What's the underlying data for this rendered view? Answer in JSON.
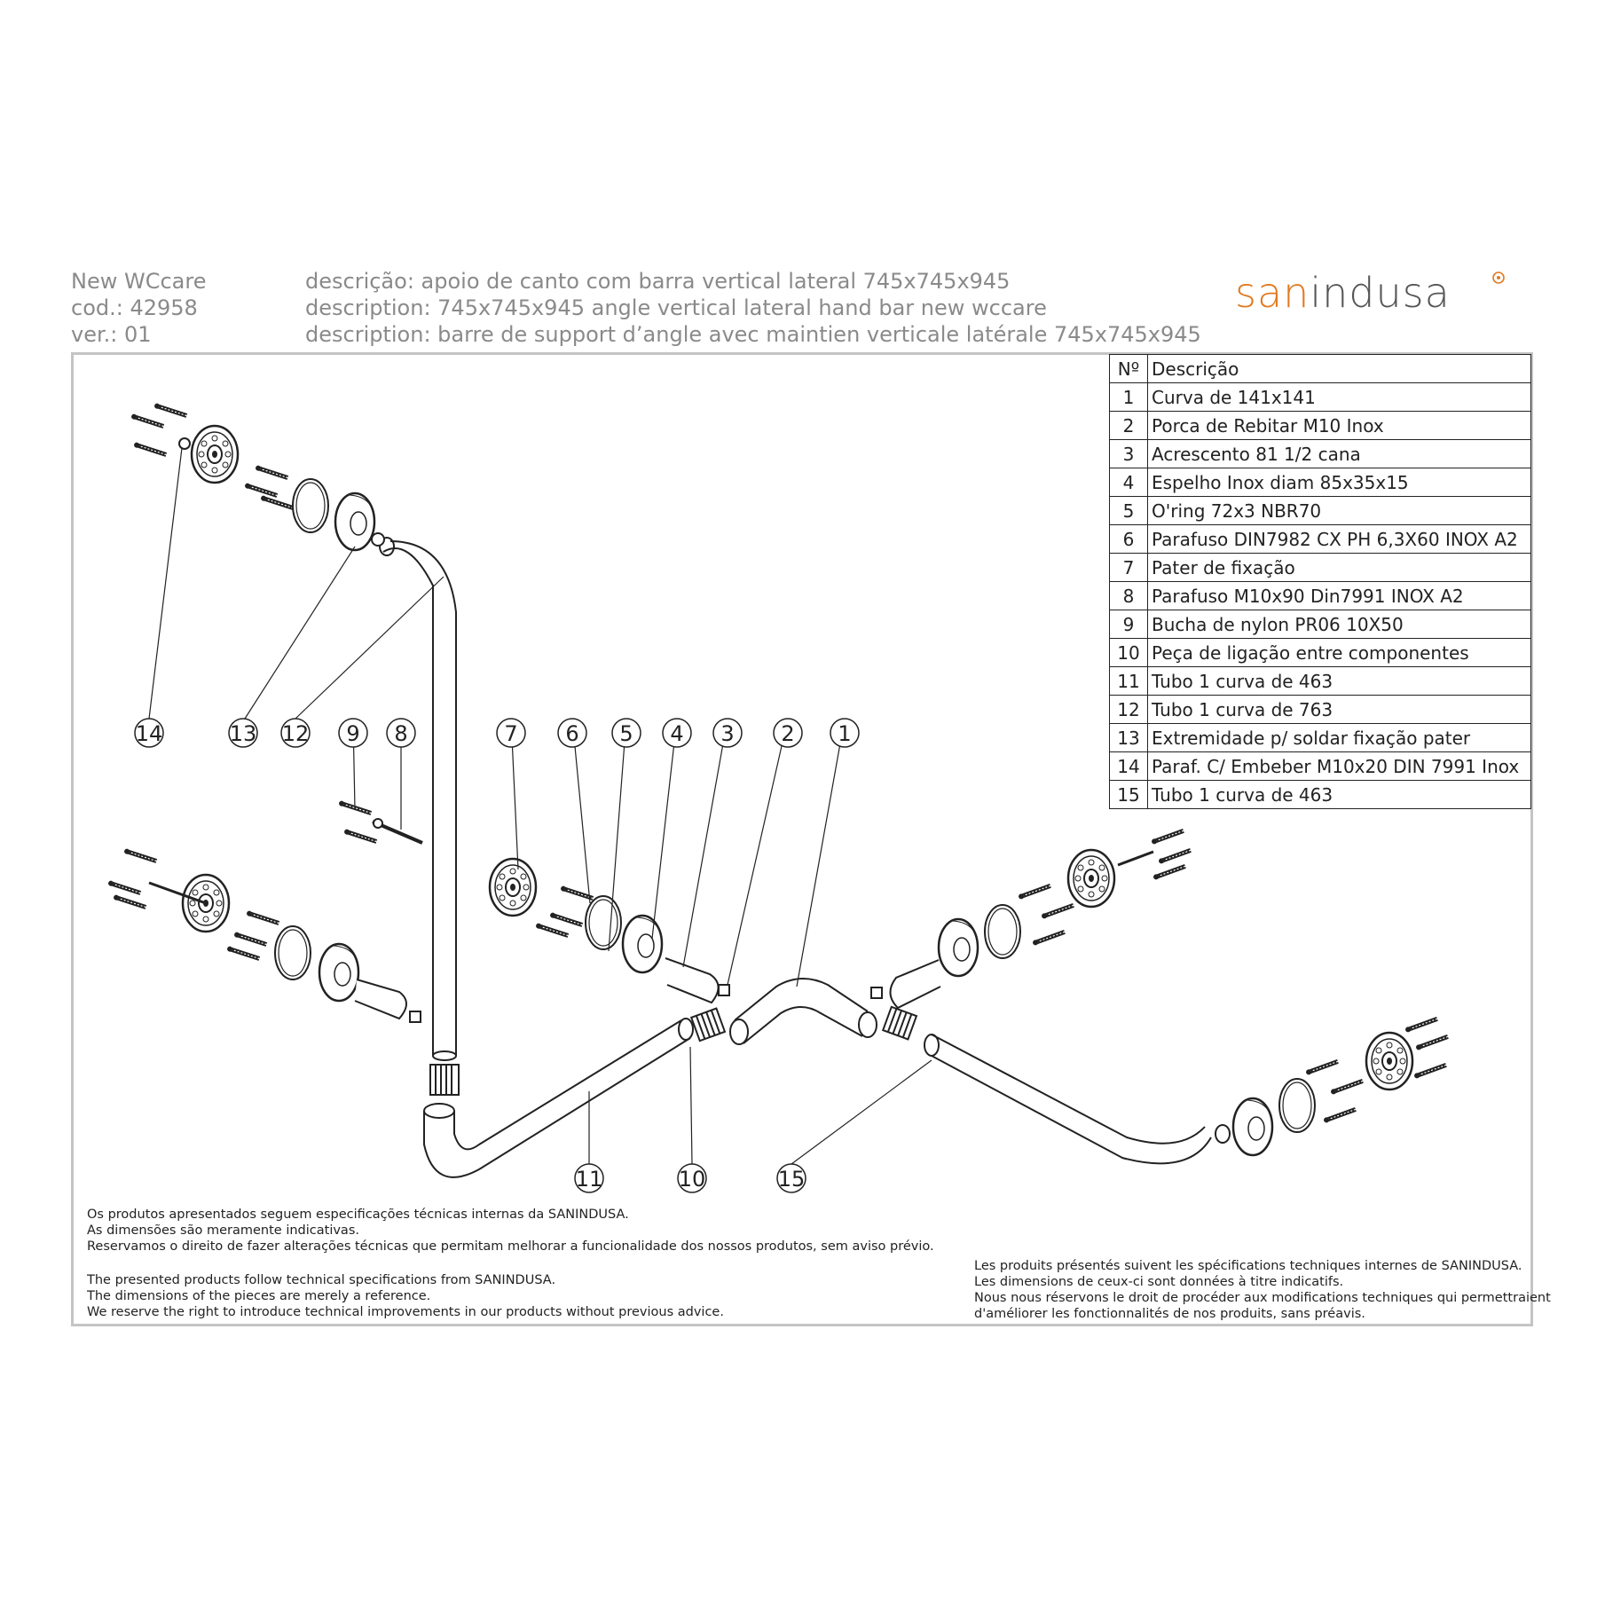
{
  "header": {
    "product_name": "New WCcare",
    "code": "cod.: 42958",
    "version": "ver.: 01",
    "desc_pt": "descrição: apoio de canto com barra vertical lateral 745x745x945",
    "desc_en": "description: 745x745x945 angle vertical lateral hand bar new wccare",
    "desc_fr": "description: barre de support d’angle avec maintien verticale latérale 745x745x945"
  },
  "logo": {
    "part1": "san",
    "part2": "indusa",
    "accent_color": "#e07a1f",
    "text_color": "#555555"
  },
  "parts_table": {
    "col_number": "Nº",
    "col_description": "Descrição",
    "rows": [
      {
        "n": "1",
        "desc": "Curva de 141x141"
      },
      {
        "n": "2",
        "desc": "Porca de Rebitar M10 Inox"
      },
      {
        "n": "3",
        "desc": "Acrescento 81 1/2 cana"
      },
      {
        "n": "4",
        "desc": "Espelho Inox diam 85x35x15"
      },
      {
        "n": "5",
        "desc": "O'ring 72x3  NBR70"
      },
      {
        "n": "6",
        "desc": "Parafuso DIN7982 CX PH 6,3X60 INOX A2"
      },
      {
        "n": "7",
        "desc": "Pater de fixação"
      },
      {
        "n": "8",
        "desc": "Parafuso M10x90 Din7991 INOX A2"
      },
      {
        "n": "9",
        "desc": "Bucha de nylon PR06 10X50"
      },
      {
        "n": "10",
        "desc": "Peça de ligação entre componentes"
      },
      {
        "n": "11",
        "desc": "Tubo 1 curva de 463"
      },
      {
        "n": "12",
        "desc": "Tubo 1 curva de 763"
      },
      {
        "n": "13",
        "desc": "Extremidade p/ soldar fixação pater"
      },
      {
        "n": "14",
        "desc": "Paraf. C/ Embeber  M10x20 DIN 7991 Inox"
      },
      {
        "n": "15",
        "desc": "Tubo 1 curva de 463"
      }
    ]
  },
  "callouts": {
    "c1": "1",
    "c2": "2",
    "c3": "3",
    "c4": "4",
    "c5": "5",
    "c6": "6",
    "c7": "7",
    "c8": "8",
    "c9": "9",
    "c10": "10",
    "c11": "11",
    "c12": "12",
    "c13": "13",
    "c14": "14",
    "c15": "15"
  },
  "notes": {
    "pt": [
      "Os produtos apresentados seguem especificações técnicas internas da SANINDUSA.",
      "As dimensões são meramente indicativas.",
      "Reservamos o direito de fazer alterações técnicas que permitam melhorar a funcionalidade dos nossos produtos, sem aviso prévio."
    ],
    "en": [
      "The presented products follow technical specifications from SANINDUSA.",
      "The dimensions of the pieces are merely a reference.",
      "We reserve the right to introduce technical improvements in our products without previous advice."
    ],
    "fr": [
      "Les produits présentés suivent les spécifications techniques internes de SANINDUSA.",
      "Les dimensions de ceux-ci sont données à titre indicatifs.",
      "Nous nous réservons le droit de procéder aux modifications techniques qui permettraient",
      "d'améliorer les fonctionnalités de nos produits, sans préavis."
    ]
  }
}
